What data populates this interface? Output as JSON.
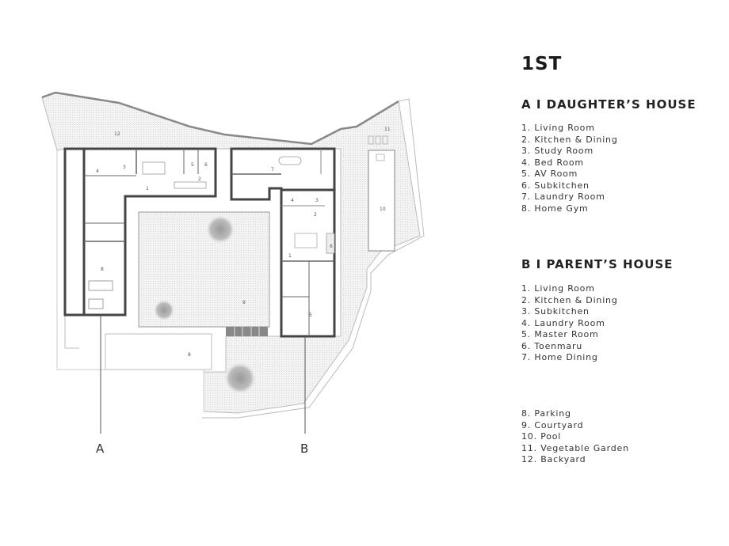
{
  "floor_title": "1ST",
  "house_a": {
    "heading": "A I DAUGHTER’S HOUSE",
    "rooms": [
      "1. Living Room",
      "2. Kitchen & Dining",
      "3. Study Room",
      "4. Bed Room",
      "5. AV Room",
      "6. Subkitchen",
      "7. Laundry Room",
      "8. Home Gym"
    ]
  },
  "house_b": {
    "heading": "B I PARENT’S HOUSE",
    "rooms": [
      "1. Living Room",
      "2. Kitchen & Dining",
      "3. Subkitchen",
      "4. Laundry Room",
      "5. Master Room",
      "6. Toenmaru",
      "7. Home Dining"
    ]
  },
  "site": {
    "areas": [
      "8. Parking",
      "9. Courtyard",
      "10. Pool",
      "11. Vegetable Garden",
      "12. Backyard"
    ]
  },
  "plan": {
    "section_a": "A",
    "section_b": "B",
    "labels": {
      "backyard": "12",
      "garden": "11",
      "pool": "10",
      "courtyard": "9",
      "parking": "8",
      "a1": "1",
      "a2": "2",
      "a3": "3",
      "a4": "4",
      "a5": "5",
      "a6": "6",
      "a8": "8",
      "b1": "1",
      "b2": "2",
      "b3": "3",
      "b4": "4",
      "b5": "5",
      "b6": "6",
      "b7": "7"
    }
  }
}
